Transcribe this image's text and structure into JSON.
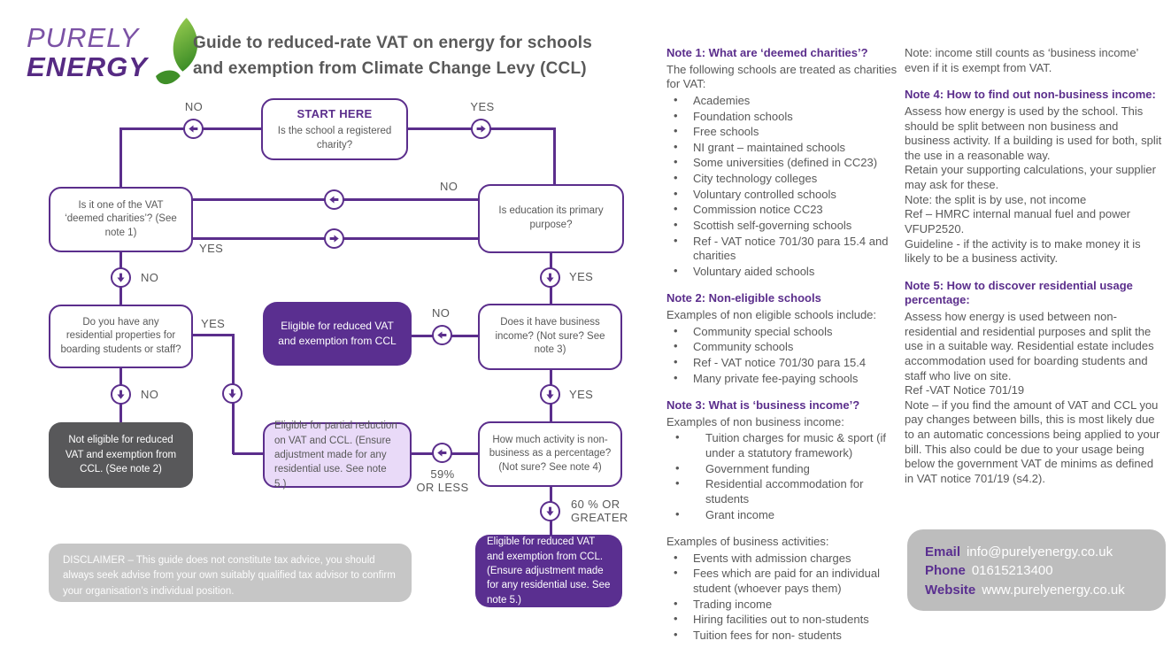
{
  "colors": {
    "purple": "#5b2e8c",
    "purple_box": "#5a2f90",
    "lavender_box": "#e9daf8",
    "dark_gray_box": "#58585a",
    "text_gray": "#595959",
    "leaf_green": "#8dc63f",
    "leaf_dark_green": "#44982e",
    "disclaimer_bg": "#c6c6c6",
    "contact_bg": "#bdbdbd"
  },
  "brand": {
    "line1": "PURELY",
    "line2": "ENERGY"
  },
  "header": {
    "title_line1": "Guide to reduced-rate VAT on energy for schools",
    "title_line2": "and exemption from Climate Change Levy (CCL)"
  },
  "flowchart": {
    "nodes": {
      "start_title": "START HERE",
      "start": "Is the school a registered charity?",
      "deemed": "Is it one of the VAT ‘deemed charities’? (See note 1)",
      "education": "Is education its primary purpose?",
      "residential": "Do you have any residential properties for boarding students or staff?",
      "business": "Does it have business income? (Not sure? See note 3)",
      "activity": "How much activity is non-business as a percentage? (Not sure? See note 4)",
      "eligible": "Eligible for reduced VAT and exemption from CCL",
      "partial": "Eligible for partial reduction on VAT and CCL. (Ensure adjustment made for any residential use. See note 5.)",
      "not_eligible": "Not eligible for reduced VAT and exemption from CCL. (See note 2)",
      "eligible_final": "Eligible for reduced VAT and exemption from CCL. (Ensure adjustment made for any residential use. See note 5.)"
    },
    "edges": {
      "start_no": "NO",
      "start_yes": "YES",
      "edu_no": "NO",
      "deemed_yes": "YES",
      "deemed_no": "NO",
      "residential_yes": "YES",
      "residential_no": "NO",
      "edu_yes": "YES",
      "business_no": "NO",
      "business_yes": "YES",
      "activity_less": "59%\nOR LESS",
      "activity_greater": "60 % OR\nGREATER"
    }
  },
  "notes": {
    "note1": {
      "heading": "Note 1: What are ‘deemed charities’?",
      "intro": "The following schools are treated as charities for VAT:",
      "bullets": [
        "Academies",
        "Foundation schools",
        "Free schools",
        "NI grant – maintained schools",
        "Some universities (defined in CC23)",
        "City technology colleges",
        "Voluntary controlled schools",
        "Commission notice CC23",
        "Scottish self-governing schools",
        "Ref - VAT notice 701/30 para 15.4 and charities",
        "Voluntary aided schools"
      ]
    },
    "note2": {
      "heading": "Note 2: Non-eligible schools",
      "intro": "Examples of non eligible schools include:",
      "bullets": [
        "Community special schools",
        "Community schools",
        "Ref - VAT notice 701/30 para 15.4",
        "Many private fee-paying schools"
      ]
    },
    "note3": {
      "heading": "Note 3: What is ‘business income’?",
      "intro": "Examples of non business income:",
      "bullets": [
        "Tuition charges for music & sport (if under a statutory framework)",
        "Government funding",
        "Residential accommodation for students",
        "Grant income"
      ],
      "business_intro": "Examples of business activities:",
      "business_bullets": [
        "Events with admission charges",
        "Fees which are paid for an individual student (whoever pays them)",
        "Trading income",
        "Hiring facilities out to non-students",
        "Tuition fees for non- students"
      ]
    },
    "vat_note": "Note: income still counts as ‘business income’ even if it is exempt from VAT.",
    "note4": {
      "heading": "Note 4: How to find out non-business income:",
      "body": "Assess how energy is used by the school. This should be split between non business and business activity. If a building is used for both, split the use in a reasonable way.\nRetain your supporting calculations, your supplier may ask for these.\nNote: the split is by use, not income\nRef – HMRC internal manual fuel and power VFUP2520.\nGuideline - if the activity is to make money it is likely to be a business activity."
    },
    "note5": {
      "heading": "Note 5: How to discover residential usage percentage:",
      "body": "Assess how energy is used between non-residential and residential purposes and split the use in a suitable way. Residential estate includes accommodation used for boarding students and staff who live on site.\nRef -VAT Notice 701/19\nNote – if you find the amount of VAT and CCL you pay changes between bills, this is most likely due to an automatic concessions being applied to your bill. This also could be due to your usage being below the government VAT de minims as defined in VAT notice 701/19 (s4.2)."
    }
  },
  "disclaimer": "DISCLAIMER – This guide does not constitute tax advice, you should always seek advise from your own suitably qualified tax advisor to confirm your organisation’s individual position.",
  "contact": {
    "rows": [
      {
        "label": "Email",
        "value": "info@purelyenergy.co.uk"
      },
      {
        "label": "Phone",
        "value": "01615213400"
      },
      {
        "label": "Website",
        "value": "www.purelyenergy.co.uk"
      }
    ]
  }
}
